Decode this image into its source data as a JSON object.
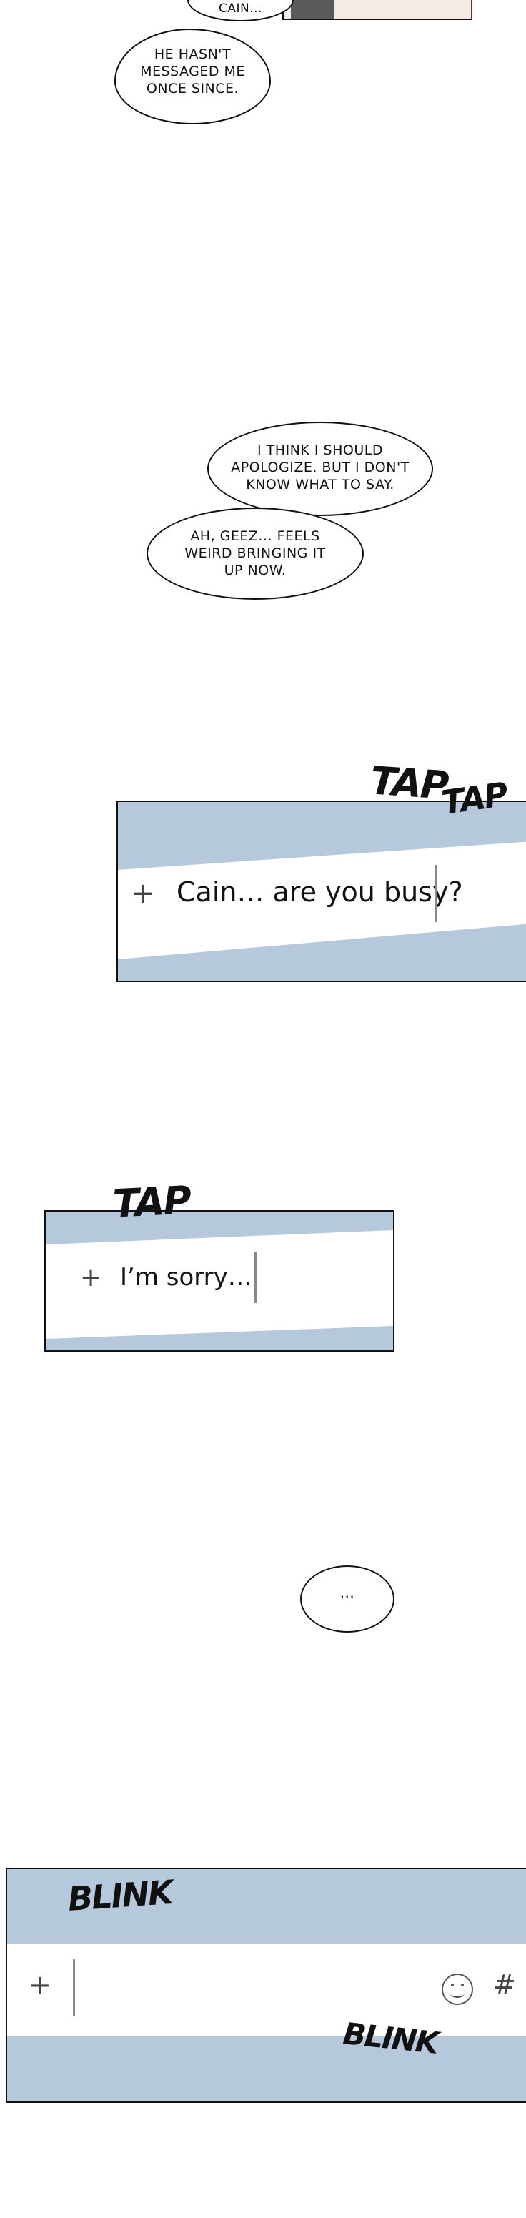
{
  "top_panel": {
    "name_tag": "CAIN..."
  },
  "bubbles": {
    "b1": "HE HASN'T MESSAGED ME ONCE SINCE.",
    "b2": "I THINK I SHOULD APOLOGIZE. BUT I DON'T KNOW WHAT TO SAY.",
    "b3": "AH, GEEZ... FEELS WEIRD BRINGING IT UP NOW.",
    "b4": "..."
  },
  "panel1": {
    "sfx1": "TAP",
    "sfx2": "TAP",
    "plus": "+",
    "message": "Cain… are you busy?"
  },
  "panel2": {
    "sfx": "TAP",
    "plus": "+",
    "message": "I’m sorry…"
  },
  "panel3": {
    "sfx1": "BLINK",
    "sfx2": "BLINK",
    "plus": "+",
    "hash": "#"
  },
  "colors": {
    "panel_blue": "#b5c8dc",
    "ink": "#111111",
    "paper": "#ffffff"
  }
}
